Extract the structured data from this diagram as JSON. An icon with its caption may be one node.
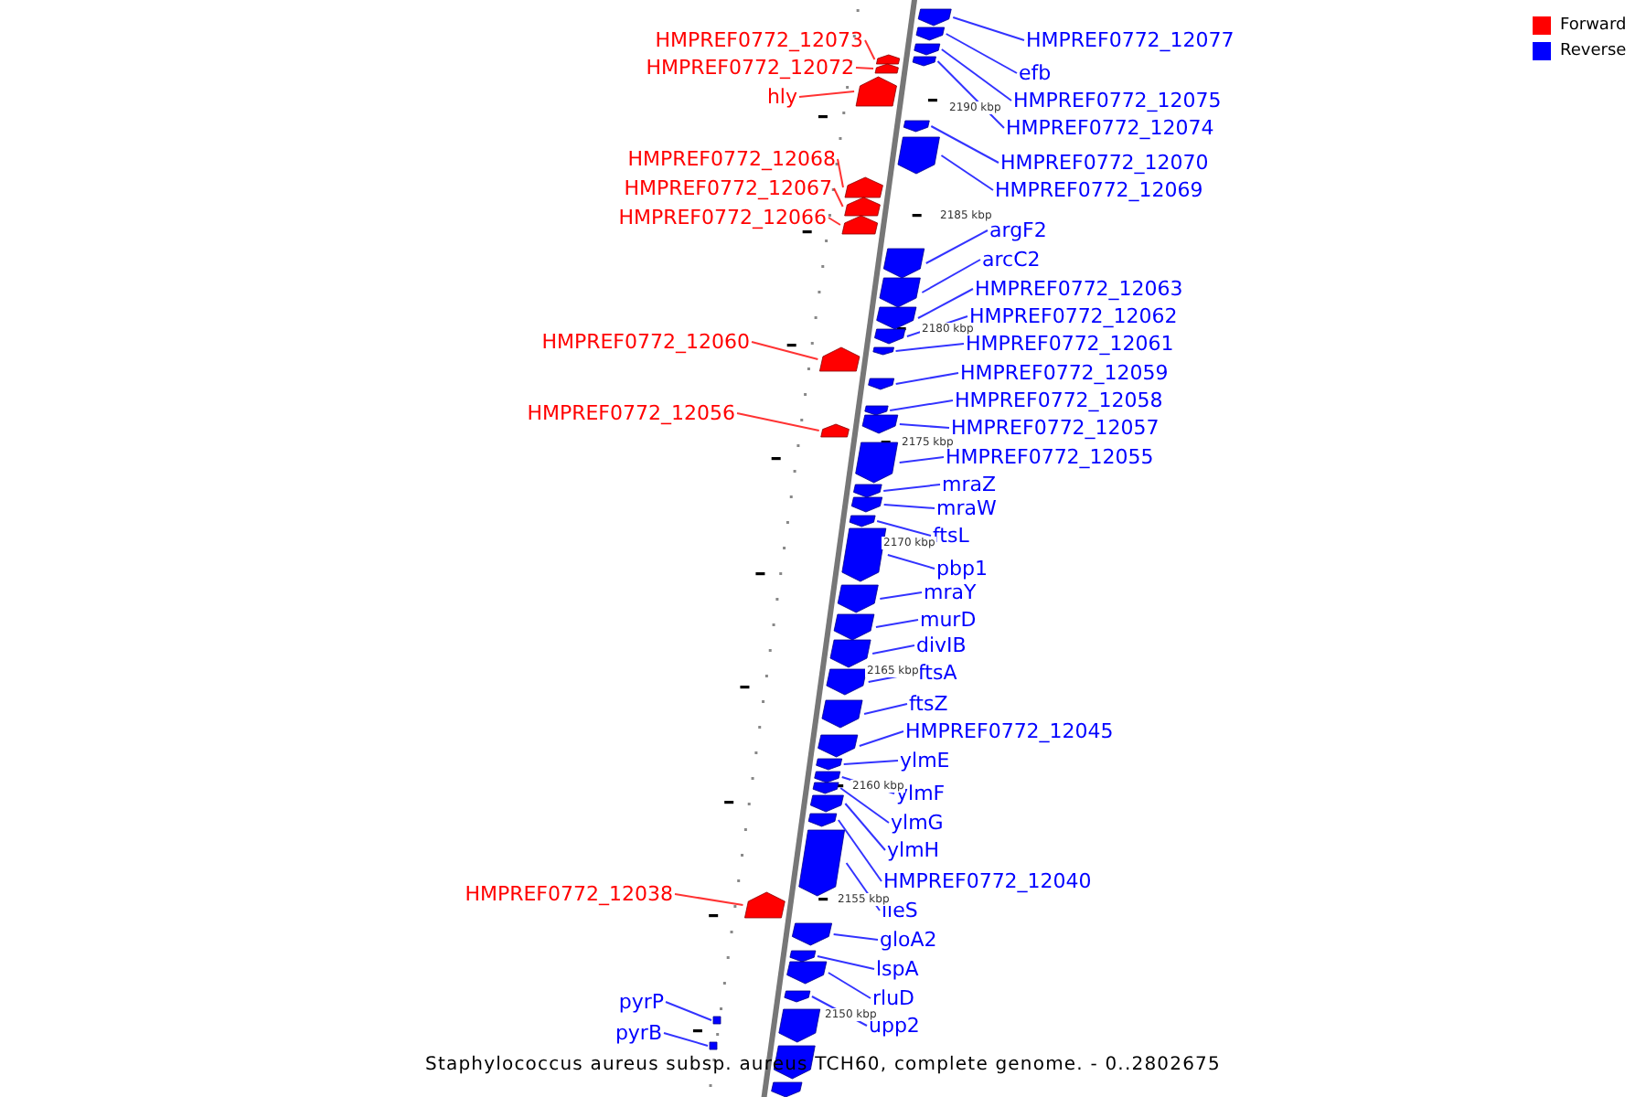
{
  "diagram": {
    "caption": "Staphylococcus aureus subsp. aureus TCH60, complete genome. - 0..2802675",
    "nodes": [
      {
        "text": [
          "HMPREF0772_12073"
        ]
      },
      {
        "text": [
          "HMPREF0772_12072"
        ]
      },
      {
        "text": [
          "hly"
        ]
      },
      {
        "text": [
          "HMPREF0772_12068"
        ]
      },
      {
        "text": [
          "HMPREF0772_12067"
        ]
      },
      {
        "text": [
          "HMPREF0772_12066"
        ]
      },
      {
        "text": [
          "HMPREF0772_12060"
        ]
      },
      {
        "text": [
          "HMPREF0772_12056"
        ]
      },
      {
        "text": [
          "HMPREF0772_12038"
        ]
      },
      {
        "text": [
          "pyrP"
        ]
      },
      {
        "text": [
          "pyrB"
        ]
      },
      {
        "text": [
          "HMPREF0772_12077"
        ]
      },
      {
        "text": [
          "efb"
        ]
      },
      {
        "text": [
          "HMPREF0772_12075"
        ]
      },
      {
        "text": [
          "HMPREF0772_12074"
        ]
      },
      {
        "text": [
          "HMPREF0772_12070"
        ]
      },
      {
        "text": [
          "HMPREF0772_12069"
        ]
      },
      {
        "text": [
          "argF2"
        ]
      },
      {
        "text": [
          "arcC2"
        ]
      },
      {
        "text": [
          "HMPREF0772_12063"
        ]
      },
      {
        "text": [
          "HMPREF0772_12062"
        ]
      },
      {
        "text": [
          "HMPREF0772_12061"
        ]
      },
      {
        "text": [
          "HMPREF0772_12059"
        ]
      },
      {
        "text": [
          "HMPREF0772_12058"
        ]
      },
      {
        "text": [
          "HMPREF0772_12057"
        ]
      },
      {
        "text": [
          "HMPREF0772_12055"
        ]
      },
      {
        "text": [
          "mraZ"
        ]
      },
      {
        "text": [
          "mraW"
        ]
      },
      {
        "text": [
          "ftsL"
        ]
      },
      {
        "text": [
          "pbp1"
        ]
      },
      {
        "text": [
          "mraY"
        ]
      },
      {
        "text": [
          "murD"
        ]
      },
      {
        "text": [
          "divIB"
        ]
      },
      {
        "text": [
          "ftsA"
        ]
      },
      {
        "text": [
          "ftsZ"
        ]
      },
      {
        "text": [
          "HMPREF0772_12045"
        ]
      },
      {
        "text": [
          "ylmE"
        ]
      },
      {
        "text": [
          "ylmF"
        ]
      },
      {
        "text": [
          "ylmG"
        ]
      },
      {
        "text": [
          "ylmH"
        ]
      },
      {
        "text": [
          "HMPREF0772_12040"
        ]
      },
      {
        "text": [
          "ileS"
        ]
      },
      {
        "text": [
          "gloA2"
        ]
      },
      {
        "text": [
          "lspA"
        ]
      },
      {
        "text": [
          "rluD"
        ]
      },
      {
        "text": [
          "upp2"
        ]
      },
      {
        "text": [],
        "shape": "pentagon"
      },
      {
        "text": [],
        "shape": "pentagon"
      },
      {
        "text": [],
        "shape": "pentagon"
      },
      {
        "text": [],
        "shape": "pentagon"
      },
      {
        "text": [],
        "shape": "pentagon"
      },
      {
        "text": [],
        "shape": "pentagon"
      },
      {
        "text": [],
        "shape": "pentagon"
      },
      {
        "text": [],
        "shape": "pentagon"
      },
      {
        "text": [],
        "shape": "pentagon"
      },
      {
        "text": [],
        "shape": "box"
      },
      {
        "text": [],
        "shape": "box"
      },
      {
        "text": [],
        "shape": "pentagon"
      },
      {
        "text": [],
        "shape": "pentagon"
      },
      {
        "text": [],
        "shape": "pentagon"
      },
      {
        "text": [],
        "shape": "pentagon"
      },
      {
        "text": [],
        "shape": "pentagon"
      },
      {
        "text": [],
        "shape": "pentagon"
      },
      {
        "text": [],
        "shape": "pentagon"
      },
      {
        "text": [],
        "shape": "pentagon"
      },
      {
        "text": [],
        "shape": "pentagon"
      },
      {
        "text": [],
        "shape": "pentagon"
      },
      {
        "text": [],
        "shape": "pentagon"
      },
      {
        "text": [],
        "shape": "pentagon"
      },
      {
        "text": [],
        "shape": "pentagon"
      },
      {
        "text": [],
        "shape": "pentagon"
      },
      {
        "text": [],
        "shape": "pentagon"
      },
      {
        "text": [],
        "shape": "pentagon"
      },
      {
        "text": [],
        "shape": "pentagon"
      },
      {
        "text": [],
        "shape": "pentagon"
      },
      {
        "text": [],
        "shape": "pentagon"
      },
      {
        "text": [],
        "shape": "pentagon"
      },
      {
        "text": [],
        "shape": "pentagon"
      },
      {
        "text": [],
        "shape": "pentagon"
      },
      {
        "text": [],
        "shape": "pentagon"
      },
      {
        "text": [],
        "shape": "pentagon"
      },
      {
        "text": [],
        "shape": "pentagon"
      },
      {
        "text": [],
        "shape": "pentagon"
      },
      {
        "text": [],
        "shape": "pentagon"
      },
      {
        "text": [],
        "shape": "pentagon"
      },
      {
        "text": [],
        "shape": "pentagon"
      },
      {
        "text": [],
        "shape": "pentagon"
      },
      {
        "text": [],
        "shape": "pentagon"
      },
      {
        "text": [],
        "shape": "pentagon"
      },
      {
        "text": [],
        "shape": "pentagon"
      },
      {
        "text": [],
        "shape": "pentagon"
      },
      {
        "text": [],
        "shape": "pentagon"
      }
    ],
    "edges": [
      {
        "from": 0,
        "to": 46,
        "arrow": "none",
        "color": "#ff0000"
      },
      {
        "from": 1,
        "to": 47,
        "arrow": "none",
        "color": "#ff0000"
      },
      {
        "from": 2,
        "to": 48,
        "arrow": "none",
        "color": "#ff0000"
      },
      {
        "from": 3,
        "to": 49,
        "arrow": "none",
        "color": "#ff0000"
      },
      {
        "from": 4,
        "to": 50,
        "arrow": "none",
        "color": "#ff0000"
      },
      {
        "from": 5,
        "to": 51,
        "arrow": "none",
        "color": "#ff0000"
      },
      {
        "from": 6,
        "to": 52,
        "arrow": "none",
        "color": "#ff0000"
      },
      {
        "from": 7,
        "to": 53,
        "arrow": "none",
        "color": "#ff0000"
      },
      {
        "from": 8,
        "to": 54,
        "arrow": "none",
        "color": "#ff0000"
      },
      {
        "from": 9,
        "to": 55,
        "arrow": "none"
      },
      {
        "from": 10,
        "to": 56,
        "arrow": "none"
      },
      {
        "from": 11,
        "to": 57,
        "arrow": "none"
      },
      {
        "from": 12,
        "to": 58,
        "arrow": "none"
      },
      {
        "from": 13,
        "to": 59,
        "arrow": "none"
      },
      {
        "from": 14,
        "to": 60,
        "arrow": "none"
      },
      {
        "from": 15,
        "to": 61,
        "arrow": "none"
      },
      {
        "from": 16,
        "to": 62,
        "arrow": "none"
      },
      {
        "from": 17,
        "to": 63,
        "arrow": "none"
      },
      {
        "from": 18,
        "to": 64,
        "arrow": "none"
      },
      {
        "from": 19,
        "to": 65,
        "arrow": "none"
      },
      {
        "from": 20,
        "to": 66,
        "arrow": "none"
      },
      {
        "from": 21,
        "to": 67,
        "arrow": "none"
      },
      {
        "from": 22,
        "to": 68,
        "arrow": "none"
      },
      {
        "from": 23,
        "to": 69,
        "arrow": "none"
      },
      {
        "from": 24,
        "to": 70,
        "arrow": "none"
      },
      {
        "from": 25,
        "to": 71,
        "arrow": "none"
      },
      {
        "from": 26,
        "to": 72,
        "arrow": "none"
      },
      {
        "from": 27,
        "to": 73,
        "arrow": "none"
      },
      {
        "from": 28,
        "to": 74,
        "arrow": "none"
      },
      {
        "from": 29,
        "to": 75,
        "arrow": "none"
      },
      {
        "from": 30,
        "to": 76,
        "arrow": "none"
      },
      {
        "from": 31,
        "to": 77,
        "arrow": "none"
      },
      {
        "from": 32,
        "to": 78,
        "arrow": "none"
      },
      {
        "from": 33,
        "to": 79,
        "arrow": "none"
      },
      {
        "from": 34,
        "to": 80,
        "arrow": "none"
      },
      {
        "from": 35,
        "to": 81,
        "arrow": "none"
      },
      {
        "from": 36,
        "to": 82,
        "arrow": "none"
      },
      {
        "from": 37,
        "to": 83,
        "arrow": "none"
      },
      {
        "from": 38,
        "to": 84,
        "arrow": "none"
      },
      {
        "from": 39,
        "to": 85,
        "arrow": "none"
      },
      {
        "from": 40,
        "to": 86,
        "arrow": "none"
      },
      {
        "from": 41,
        "to": 87,
        "arrow": "none"
      },
      {
        "from": 42,
        "to": 88,
        "arrow": "none"
      },
      {
        "from": 43,
        "to": 89,
        "arrow": "none"
      },
      {
        "from": 44,
        "to": 90,
        "arrow": "none"
      },
      {
        "from": 45,
        "to": 91,
        "arrow": "none"
      }
    ],
    "labels": [
      "2190 kbp",
      "2185 kbp",
      "2180 kbp",
      "2175 kbp",
      "2170 kbp",
      "2165 kbp",
      "2160 kbp",
      "2155 kbp",
      "2150 kbp"
    ],
    "legend": [
      {
        "text": "Forward",
        "color": "#ff0000"
      },
      {
        "text": "Reverse",
        "color": "#0000ff"
      }
    ]
  }
}
